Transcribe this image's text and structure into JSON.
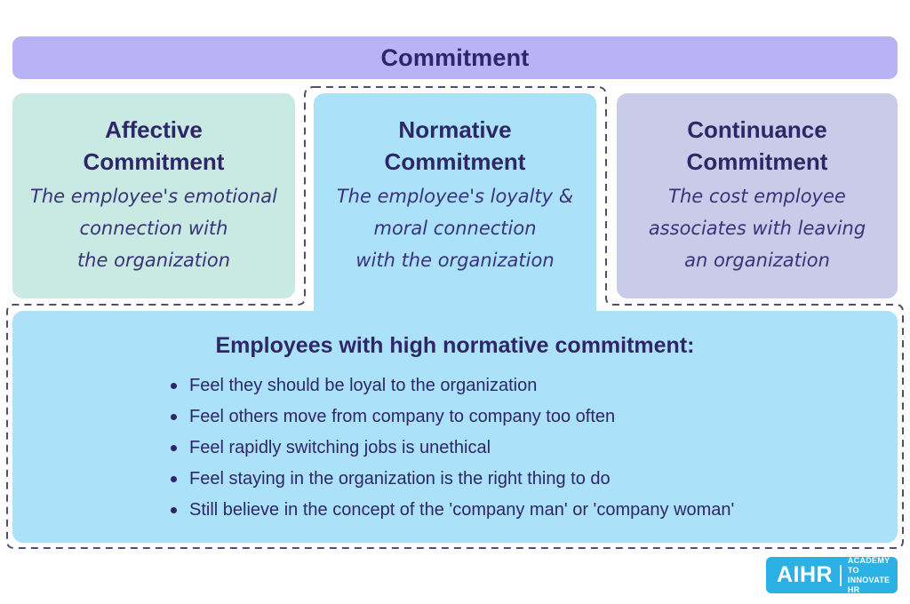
{
  "header": {
    "title": "Commitment"
  },
  "columns": [
    {
      "id": "affective",
      "heading": "Affective\nCommitment",
      "description": "The employee's emotional\nconnection with\nthe organization"
    },
    {
      "id": "normative",
      "heading": "Normative\nCommitment",
      "description": "The employee's loyalty &\nmoral connection\nwith the organization"
    },
    {
      "id": "continuance",
      "heading": "Continuance\nCommitment",
      "description": "The cost employee\nassociates with leaving\nan organization"
    }
  ],
  "panel": {
    "heading": "Employees with high normative commitment:",
    "bullets": [
      "Feel they should be loyal to the organization",
      "Feel others move from company to company too often",
      "Feel rapidly switching jobs is unethical",
      "Feel staying in the organization is the right thing to do",
      "Still believe in the concept of the 'company man' or 'company woman'"
    ]
  },
  "logo": {
    "name": "AIHR",
    "tagline": "ACADEMY TO\nINNOVATE HR"
  },
  "colors": {
    "page_bg": "#ffffff",
    "header_bg": "#b9b2f7",
    "affective_bg": "#c9e9e3",
    "normative_bg": "#abe2fa",
    "continuance_bg": "#c8cce8",
    "panel_bg": "#abe2fa",
    "dash": "#524d73",
    "heading_text": "#2e2667",
    "body_text": "#3a327a",
    "logo_bg": "#2cb1e5",
    "logo_text": "#ffffff"
  }
}
